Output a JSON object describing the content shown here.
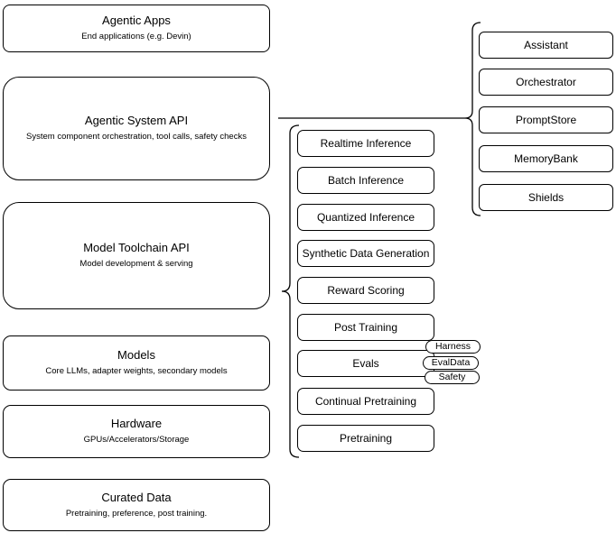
{
  "layers": [
    {
      "title": "Agentic Apps",
      "subtitle": "End applications (e.g. Devin)"
    },
    {
      "title": "Agentic System API",
      "subtitle": "System component orchestration, tool calls, safety checks"
    },
    {
      "title": "Model Toolchain API",
      "subtitle": "Model development & serving"
    },
    {
      "title": "Models",
      "subtitle": "Core LLMs, adapter weights, secondary models"
    },
    {
      "title": "Hardware",
      "subtitle": "GPUs/Accelerators/Storage"
    },
    {
      "title": "Curated Data",
      "subtitle": "Pretraining, preference, post training."
    }
  ],
  "toolchain_apis": [
    "Realtime Inference",
    "Batch Inference",
    "Quantized Inference",
    "Synthetic Data Generation",
    "Reward Scoring",
    "Post Training",
    "Evals",
    "Continual Pretraining",
    "Pretraining"
  ],
  "eval_tags": [
    "Harness",
    "EvalData",
    "Safety"
  ],
  "system_components": [
    "Assistant",
    "Orchestrator",
    "PromptStore",
    "MemoryBank",
    "Shields"
  ],
  "colors": {
    "stroke": "#000000",
    "fill": "#ffffff"
  }
}
